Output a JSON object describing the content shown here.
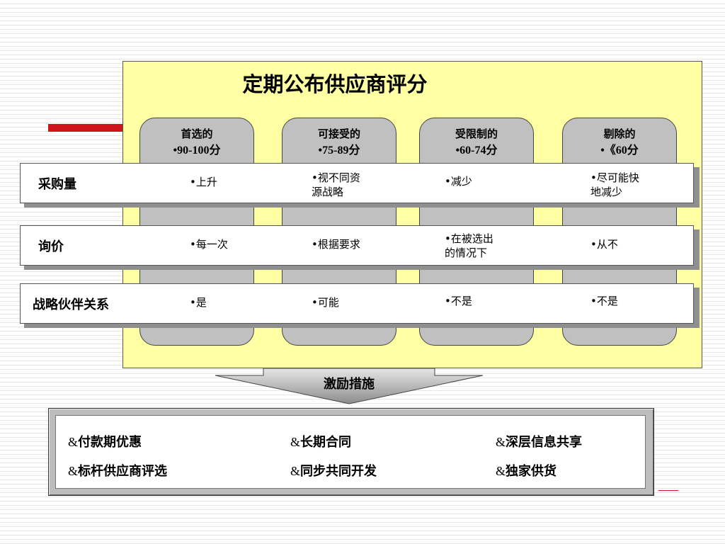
{
  "title": "定期公布供应商评分",
  "columns": [
    {
      "name": "首选的",
      "score": "•90-100分"
    },
    {
      "name": "可接受的",
      "score": "•75-89分"
    },
    {
      "name": "受限制的",
      "score": "•60-74分"
    },
    {
      "name": "剔除的",
      "score": "•《60分"
    }
  ],
  "rows": [
    {
      "label": "采购量",
      "cells": [
        [
          "•上升"
        ],
        [
          "•视不同资",
          "源战略"
        ],
        [
          "•减少"
        ],
        [
          "•尽可能快",
          "地减少"
        ]
      ]
    },
    {
      "label": "询价",
      "cells": [
        [
          "•每一次"
        ],
        [
          "•根据要求"
        ],
        [
          "•在被选出",
          "的情况下"
        ],
        [
          "•从不"
        ]
      ]
    },
    {
      "label": "战略伙伴关系",
      "cells": [
        [
          "•是"
        ],
        [
          "•可能"
        ],
        [
          "•不是"
        ],
        [
          "•不是"
        ]
      ]
    }
  ],
  "arrow_label": "激励措施",
  "incentives": [
    {
      "amp": "&",
      "text": "付款期优惠"
    },
    {
      "amp": "&",
      "text": "长期合同"
    },
    {
      "amp": "&",
      "text": "深层信息共享"
    },
    {
      "amp": "&",
      "text": "标杆供应商评选"
    },
    {
      "amp": "&",
      "text": "同步共同开发"
    },
    {
      "amp": "&",
      "text": "独家供货"
    }
  ],
  "colors": {
    "panel": "#ffffa3",
    "column": "#c0c0c0",
    "accent": "#d0141b"
  }
}
